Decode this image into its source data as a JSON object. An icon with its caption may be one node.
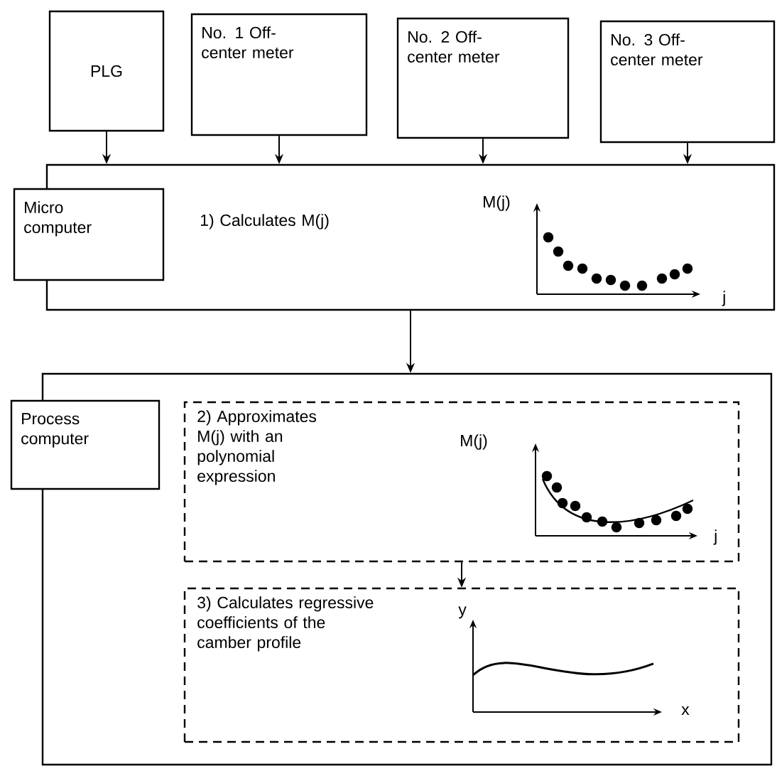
{
  "diagram": {
    "nodes": [
      {
        "text": [
          "PLG"
        ]
      },
      {
        "text": [
          "No. 1 Off-center meter"
        ]
      },
      {
        "text": [
          "No. 2 Off-center meter"
        ]
      },
      {
        "text": [
          "No. 3 Off-center meter"
        ]
      },
      {
        "text": [
          "1) Calculates M(j)"
        ]
      },
      {
        "text": [
          "Micro computer"
        ]
      },
      {
        "text": [],
        "shape": "box"
      },
      {
        "text": [
          "Process computer"
        ]
      },
      {
        "text": [
          "2) Approximates M(j) with an polynomial expression"
        ],
        "in": 6
      },
      {
        "text": [
          "3) Calculates regressive coefficients of the camber profile"
        ],
        "in": 6
      }
    ],
    "edges": [
      {
        "from": 0,
        "to": 4,
        "arrow": "to"
      },
      {
        "from": 1,
        "to": 4,
        "arrow": "to"
      },
      {
        "from": 2,
        "to": 4,
        "arrow": "to"
      },
      {
        "from": 3,
        "to": 4,
        "arrow": "to"
      },
      {
        "from": 4,
        "to": 6,
        "arrow": "to"
      },
      {
        "from": 8,
        "to": 9,
        "arrow": "to"
      }
    ],
    "labels": [
      "M(j)",
      "j",
      "M(j)",
      "j",
      "y",
      "x"
    ]
  }
}
